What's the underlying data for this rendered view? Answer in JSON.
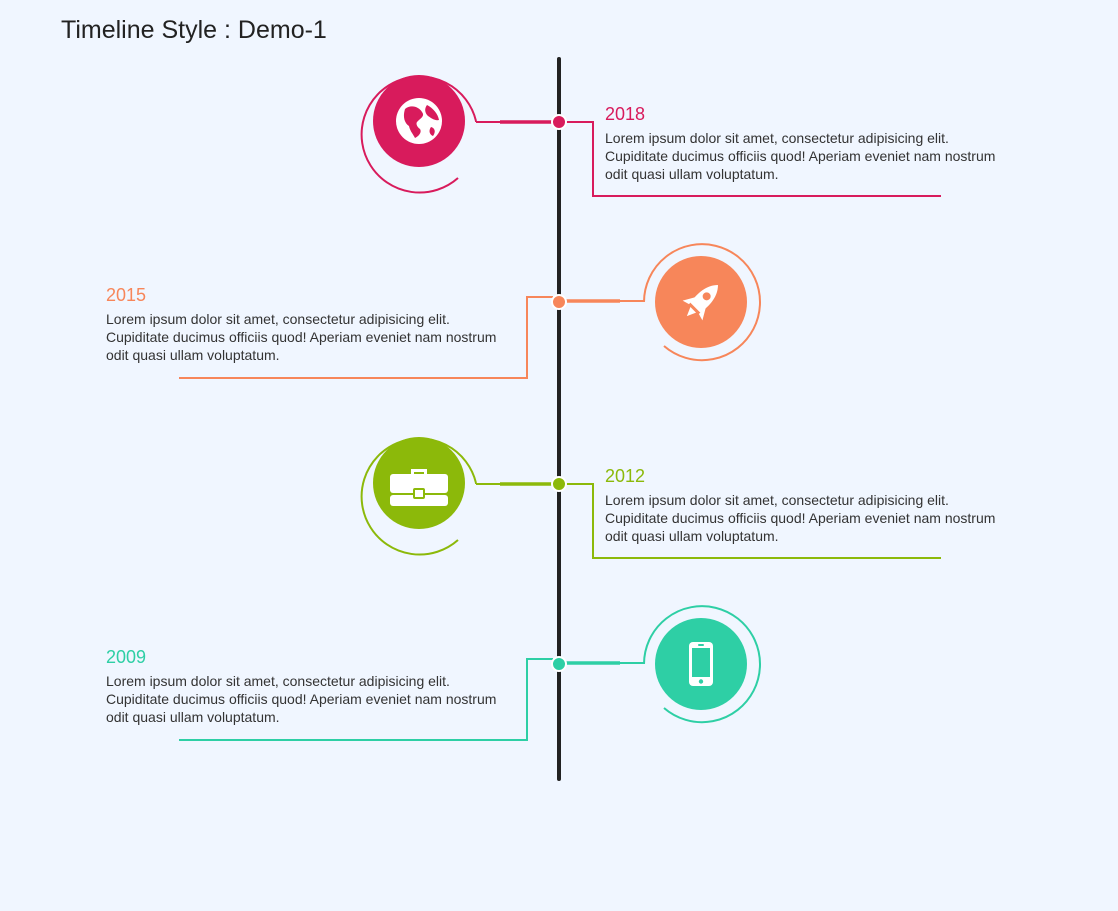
{
  "page": {
    "title": "Timeline Style : Demo-1"
  },
  "timeline": {
    "line_color": "#222222",
    "entries": [
      {
        "year": "2018",
        "text": "Lorem ipsum dolor sit amet, consectetur adipisicing elit. Cupiditate ducimus officiis quod! Aperiam eveniet nam nostrum odit quasi ullam voluptatum.",
        "color": "#d81b5c",
        "icon": "globe-icon",
        "side": "left"
      },
      {
        "year": "2015",
        "text": "Lorem ipsum dolor sit amet, consectetur adipisicing elit. Cupiditate ducimus officiis quod! Aperiam eveniet nam nostrum odit quasi ullam voluptatum.",
        "color": "#f7865a",
        "icon": "rocket-icon",
        "side": "right"
      },
      {
        "year": "2012",
        "text": "Lorem ipsum dolor sit amet, consectetur adipisicing elit. Cupiditate ducimus officiis quod! Aperiam eveniet nam nostrum odit quasi ullam voluptatum.",
        "color": "#8cb90a",
        "icon": "briefcase-icon",
        "side": "left"
      },
      {
        "year": "2009",
        "text": "Lorem ipsum dolor sit amet, consectetur adipisicing elit. Cupiditate ducimus officiis quod! Aperiam eveniet nam nostrum odit quasi ullam voluptatum.",
        "color": "#2ecfa5",
        "icon": "smartphone-icon",
        "side": "right"
      }
    ]
  }
}
